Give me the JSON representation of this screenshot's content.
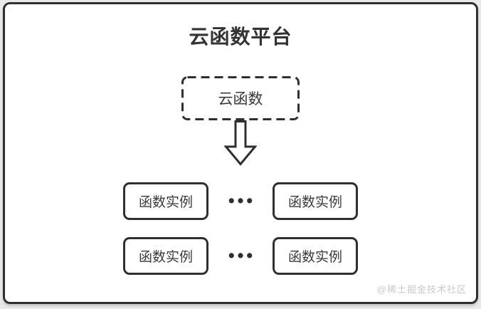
{
  "diagram": {
    "title": "云函数平台",
    "cloud_function": {
      "label": "云函数"
    },
    "rows": [
      {
        "left": "函数实例",
        "dots": "•••",
        "right": "函数实例"
      },
      {
        "left": "函数实例",
        "dots": "•••",
        "right": "函数实例"
      }
    ],
    "watermark": "@稀土掘金技术社区",
    "colors": {
      "border": "#2f2f2f",
      "text": "#333333",
      "watermark": "#c9c9c9",
      "card_background": "#ffffff",
      "page_background": "#e9e9e9"
    }
  }
}
